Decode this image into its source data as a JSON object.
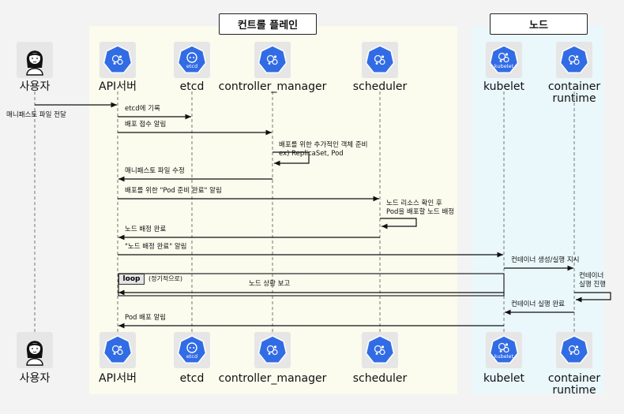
{
  "groups": {
    "control_plane": "컨트롤 플레인",
    "node": "노드"
  },
  "participants": [
    {
      "id": "user",
      "label": "사용자",
      "icon": "user-avatar-icon"
    },
    {
      "id": "api",
      "label": "API서버",
      "icon": "kubernetes-api-icon"
    },
    {
      "id": "etcd",
      "label": "etcd",
      "icon": "kubernetes-etcd-icon",
      "icon_text": "etcd"
    },
    {
      "id": "cm",
      "label": "controller_manager",
      "icon": "kubernetes-controller-icon"
    },
    {
      "id": "sched",
      "label": "scheduler",
      "icon": "kubernetes-scheduler-icon"
    },
    {
      "id": "kubelet",
      "label": "kubelet",
      "icon": "kubernetes-kubelet-icon",
      "icon_text": "kubelet"
    },
    {
      "id": "runtime",
      "label": "container\nruntime",
      "icon": "kubernetes-runtime-icon"
    }
  ],
  "messages": [
    {
      "from": "user",
      "to": "api",
      "text": "매니패스토 파일 전달"
    },
    {
      "from": "api",
      "to": "etcd",
      "text": "etcd에 기록"
    },
    {
      "from": "api",
      "to": "cm",
      "text": "배포 접수 알림"
    },
    {
      "from": "cm",
      "to": "cm",
      "text": "배포를 위한 추가적인 객체 준비\nex) ReplicaSet, Pod"
    },
    {
      "from": "cm",
      "to": "api",
      "text": "매니패스토 파일 수정"
    },
    {
      "from": "api",
      "to": "sched",
      "text": "배포를 위한 \"Pod 준비 완료\" 알림"
    },
    {
      "from": "sched",
      "to": "sched",
      "text": "노드 리소스 확인 후\nPod을 배포할 노드 배정"
    },
    {
      "from": "sched",
      "to": "api",
      "text": "노드 배정 완료"
    },
    {
      "from": "api",
      "to": "kubelet",
      "text": "\"노드 배정 완료\" 알림"
    },
    {
      "from": "kubelet",
      "to": "runtime",
      "text": "컨테이너 생성/실행 지시"
    },
    {
      "from": "runtime",
      "to": "runtime",
      "text": "컨테이너\n실행 진행"
    },
    {
      "from": "kubelet",
      "to": "api",
      "text": "노드 상황 보고"
    },
    {
      "from": "runtime",
      "to": "kubelet",
      "text": "컨테이너 실행 완료"
    },
    {
      "from": "kubelet",
      "to": "api",
      "text": "Pod 배포 알림"
    }
  ],
  "loop": {
    "label": "loop",
    "condition": "(정기적으로)"
  },
  "colors": {
    "k8s_blue": "#326ce5",
    "control_plane_bg": "#fbfbee",
    "node_bg": "#eaf7fb"
  }
}
